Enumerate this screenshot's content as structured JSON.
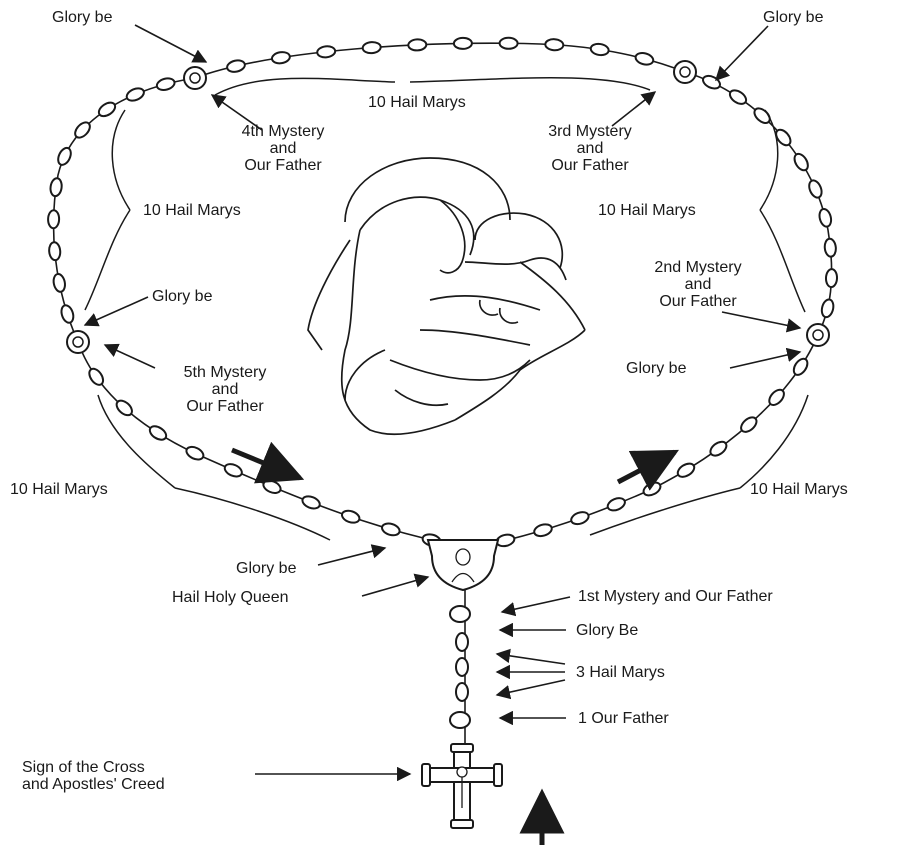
{
  "labels": {
    "glory_top_left": "Glory be",
    "glory_top_right": "Glory be",
    "hail_top": "10 Hail Marys",
    "m4_line1": "4th Mystery",
    "m4_line2": "and",
    "m4_line3": "Our Father",
    "m3_line1": "3rd Mystery",
    "m3_line2": "and",
    "m3_line3": "Our Father",
    "hail_left_upper": "10 Hail Marys",
    "hail_right_upper": "10 Hail Marys",
    "glory_left_mid": "Glory be",
    "m2_line1": "2nd Mystery",
    "m2_line2": "and",
    "m2_line3": "Our Father",
    "m5_line1": "5th Mystery",
    "m5_line2": "and",
    "m5_line3": "Our Father",
    "glory_right_mid": "Glory be",
    "hail_left_lower": "10 Hail Marys",
    "hail_right_lower": "10 Hail Marys",
    "glory_bottom": "Glory be",
    "hail_holy_queen": "Hail Holy Queen",
    "m1": "1st Mystery and Our Father",
    "glory_pendant": "Glory Be",
    "three_hail": "3 Hail Marys",
    "one_father": "1 Our Father",
    "cross_line1": "Sign of the Cross",
    "cross_line2": "and Apostles' Creed"
  },
  "colors": {
    "ink": "#1a1a1a",
    "background": "#ffffff"
  }
}
